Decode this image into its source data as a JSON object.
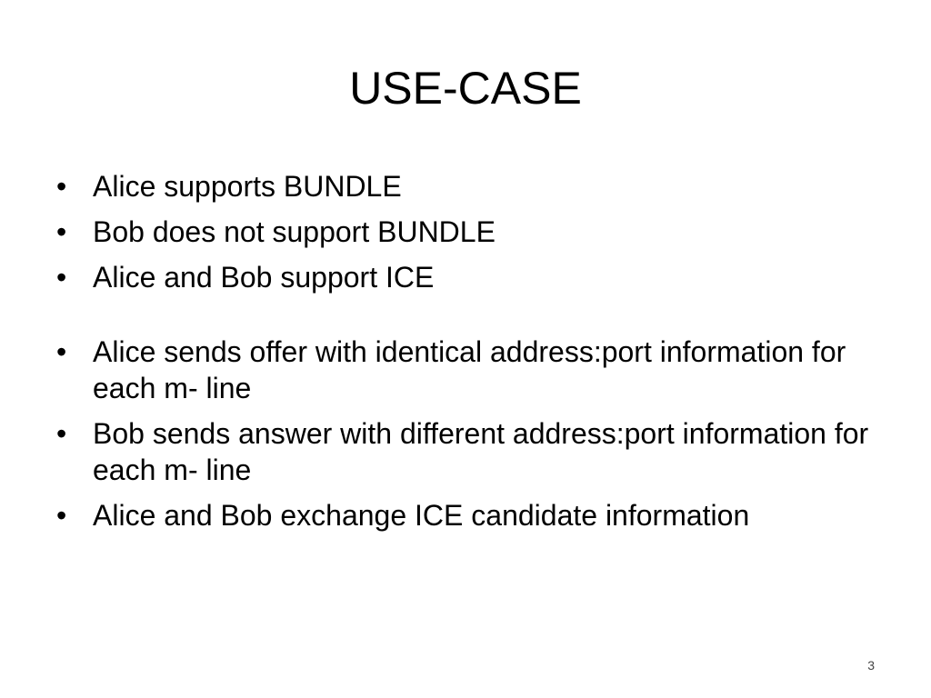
{
  "slide": {
    "title": "USE-CASE",
    "bullets": [
      {
        "text": "Alice supports BUNDLE"
      },
      {
        "text": "Bob does not support BUNDLE"
      },
      {
        "text": "Alice and Bob support ICE"
      },
      {
        "text": "Alice sends offer with identical address:port information for each m- line"
      },
      {
        "text": "Bob sends answer with different address:port information for each m- line"
      },
      {
        "text": "Alice and Bob exchange ICE candidate information"
      }
    ],
    "bullet_glyph": "•",
    "page_number": "3"
  }
}
